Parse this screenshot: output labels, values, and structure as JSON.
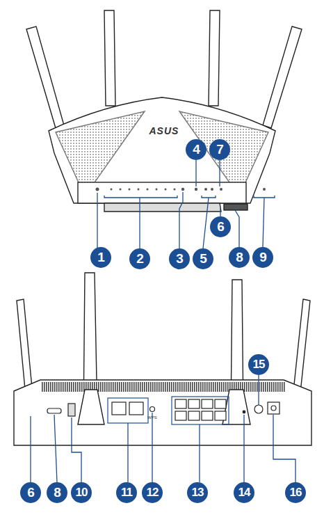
{
  "diagram": {
    "labels": [
      "ASUS",
      "4",
      "7",
      "6",
      "1",
      "2",
      "3",
      "5",
      "8",
      "9",
      "15",
      "6",
      "8",
      "10",
      "11",
      "12",
      "13",
      "14",
      "16",
      "WPS"
    ]
  }
}
